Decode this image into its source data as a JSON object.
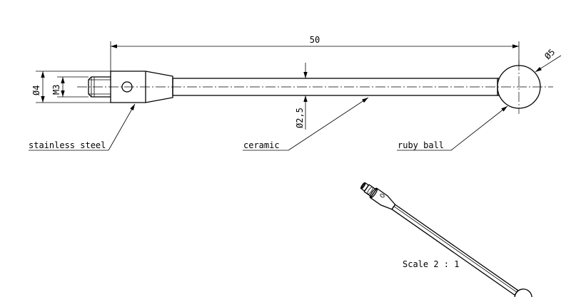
{
  "dimensions": {
    "length": "50",
    "ball_diameter": "Ø5",
    "thread_diameter": "Ø4",
    "thread": "M3",
    "shaft_diameter": "Ø2,5"
  },
  "labels": {
    "steel": "stainless steel",
    "ceramic": "ceramic",
    "ruby": "ruby ball"
  },
  "scale": "Scale 2 : 1"
}
